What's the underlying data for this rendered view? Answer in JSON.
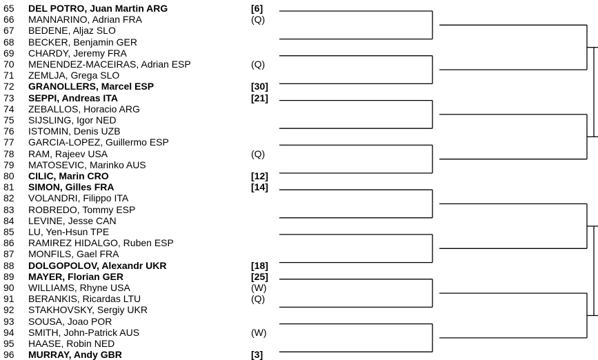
{
  "draw": {
    "entries": [
      {
        "num": "65",
        "name": "DEL POTRO, Juan Martin ARG",
        "seed": "[6]",
        "seeded": true
      },
      {
        "num": "66",
        "name": "MANNARINO, Adrian FRA",
        "seed": "(Q)",
        "seeded": false
      },
      {
        "num": "67",
        "name": "BEDENE, Aljaz SLO",
        "seed": "",
        "seeded": false
      },
      {
        "num": "68",
        "name": "BECKER, Benjamin GER",
        "seed": "",
        "seeded": false
      },
      {
        "num": "69",
        "name": "CHARDY, Jeremy FRA",
        "seed": "",
        "seeded": false
      },
      {
        "num": "70",
        "name": "MENENDEZ-MACEIRAS, Adrian ESP",
        "seed": "(Q)",
        "seeded": false
      },
      {
        "num": "71",
        "name": "ZEMLJA, Grega SLO",
        "seed": "",
        "seeded": false
      },
      {
        "num": "72",
        "name": "GRANOLLERS, Marcel ESP",
        "seed": "[30]",
        "seeded": true
      },
      {
        "num": "73",
        "name": "SEPPI, Andreas ITA",
        "seed": "[21]",
        "seeded": true
      },
      {
        "num": "74",
        "name": "ZEBALLOS, Horacio ARG",
        "seed": "",
        "seeded": false
      },
      {
        "num": "75",
        "name": "SIJSLING, Igor NED",
        "seed": "",
        "seeded": false
      },
      {
        "num": "76",
        "name": "ISTOMIN, Denis UZB",
        "seed": "",
        "seeded": false
      },
      {
        "num": "77",
        "name": "GARCIA-LOPEZ, Guillermo ESP",
        "seed": "",
        "seeded": false
      },
      {
        "num": "78",
        "name": "RAM, Rajeev USA",
        "seed": "(Q)",
        "seeded": false
      },
      {
        "num": "79",
        "name": "MATOSEVIC, Marinko AUS",
        "seed": "",
        "seeded": false
      },
      {
        "num": "80",
        "name": "CILIC, Marin CRO",
        "seed": "[12]",
        "seeded": true
      },
      {
        "num": "81",
        "name": "SIMON, Gilles FRA",
        "seed": "[14]",
        "seeded": true
      },
      {
        "num": "82",
        "name": "VOLANDRI, Filippo ITA",
        "seed": "",
        "seeded": false
      },
      {
        "num": "83",
        "name": "ROBREDO, Tommy ESP",
        "seed": "",
        "seeded": false
      },
      {
        "num": "84",
        "name": "LEVINE, Jesse CAN",
        "seed": "",
        "seeded": false
      },
      {
        "num": "85",
        "name": "LU, Yen-Hsun TPE",
        "seed": "",
        "seeded": false
      },
      {
        "num": "86",
        "name": "RAMIREZ HIDALGO, Ruben ESP",
        "seed": "",
        "seeded": false
      },
      {
        "num": "87",
        "name": "MONFILS, Gael FRA",
        "seed": "",
        "seeded": false
      },
      {
        "num": "88",
        "name": "DOLGOPOLOV, Alexandr UKR",
        "seed": "[18]",
        "seeded": true
      },
      {
        "num": "89",
        "name": "MAYER, Florian GER",
        "seed": "[25]",
        "seeded": true
      },
      {
        "num": "90",
        "name": "WILLIAMS, Rhyne USA",
        "seed": "(W)",
        "seeded": false
      },
      {
        "num": "91",
        "name": "BERANKIS, Ricardas LTU",
        "seed": "(Q)",
        "seeded": false
      },
      {
        "num": "92",
        "name": "STAKHOVSKY, Sergiy UKR",
        "seed": "",
        "seeded": false
      },
      {
        "num": "93",
        "name": "SOUSA, Joao POR",
        "seed": "",
        "seeded": false
      },
      {
        "num": "94",
        "name": "SMITH, John-Patrick AUS",
        "seed": "(W)",
        "seeded": false
      },
      {
        "num": "95",
        "name": "HAASE, Robin NED",
        "seed": "",
        "seeded": false
      },
      {
        "num": "96",
        "name": "MURRAY, Andy GBR",
        "seed": "[3]",
        "seeded": true
      }
    ]
  },
  "colors": {
    "text": "#000000",
    "lines": "#000000",
    "background": "#ffffff"
  }
}
